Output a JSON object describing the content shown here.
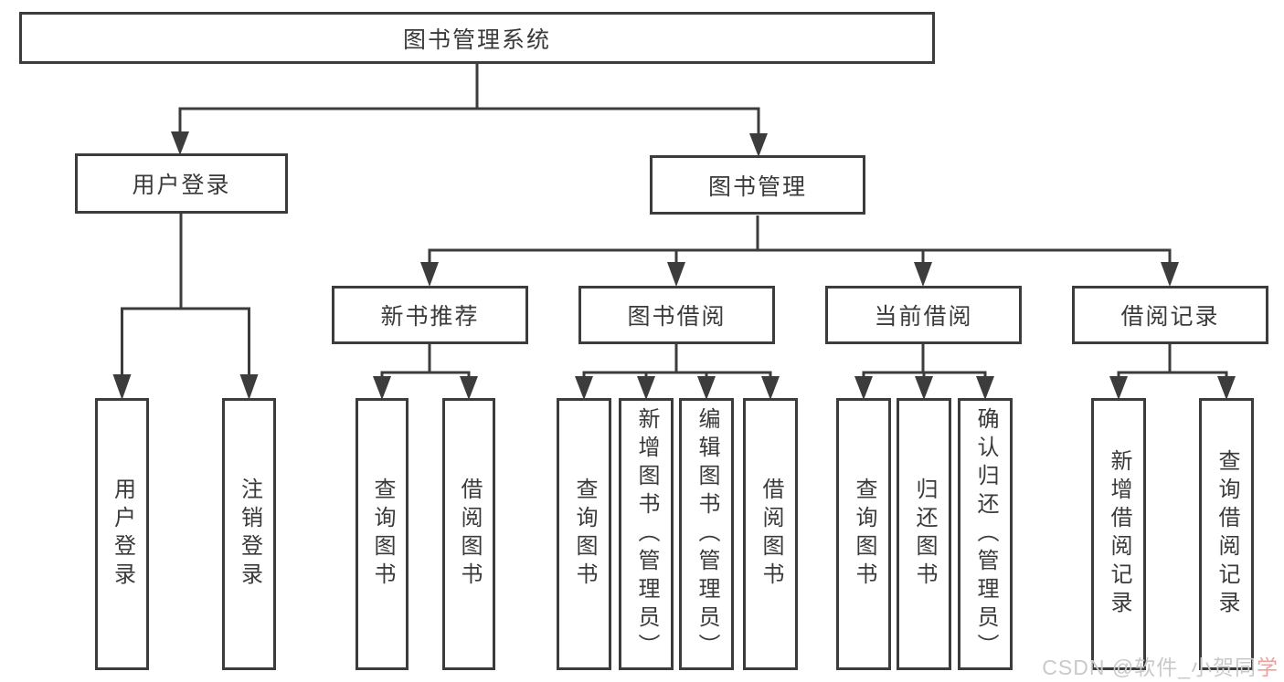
{
  "colors": {
    "line": "#3c3c3c",
    "box_border": "#3c3c3c",
    "text": "#3a3a3a",
    "background": "#ffffff",
    "watermark": "#c9c9c9",
    "watermark_accent": "#e9a29f"
  },
  "tree": {
    "root": {
      "label": "图书管理系统",
      "children": [
        {
          "label": "用户登录",
          "children": [
            {
              "label": "用户登录"
            },
            {
              "label": "注销登录"
            }
          ]
        },
        {
          "label": "图书管理",
          "children": [
            {
              "label": "新书推荐",
              "children": [
                {
                  "label": "查询图书"
                },
                {
                  "label": "借阅图书"
                }
              ]
            },
            {
              "label": "图书借阅",
              "children": [
                {
                  "label": "查询图书"
                },
                {
                  "label": "新增图书（管理员）"
                },
                {
                  "label": "编辑图书（管理员）"
                },
                {
                  "label": "借阅图书"
                }
              ]
            },
            {
              "label": "当前借阅",
              "children": [
                {
                  "label": "查询图书"
                },
                {
                  "label": "归还图书"
                },
                {
                  "label": "确认归还（管理员）"
                }
              ]
            },
            {
              "label": "借阅记录",
              "children": [
                {
                  "label": "新增借阅记录"
                },
                {
                  "label": "查询借阅记录"
                }
              ]
            }
          ]
        }
      ]
    }
  },
  "watermark": {
    "prefix": "CSDN @软件_小贺同",
    "accent_char": "学"
  }
}
